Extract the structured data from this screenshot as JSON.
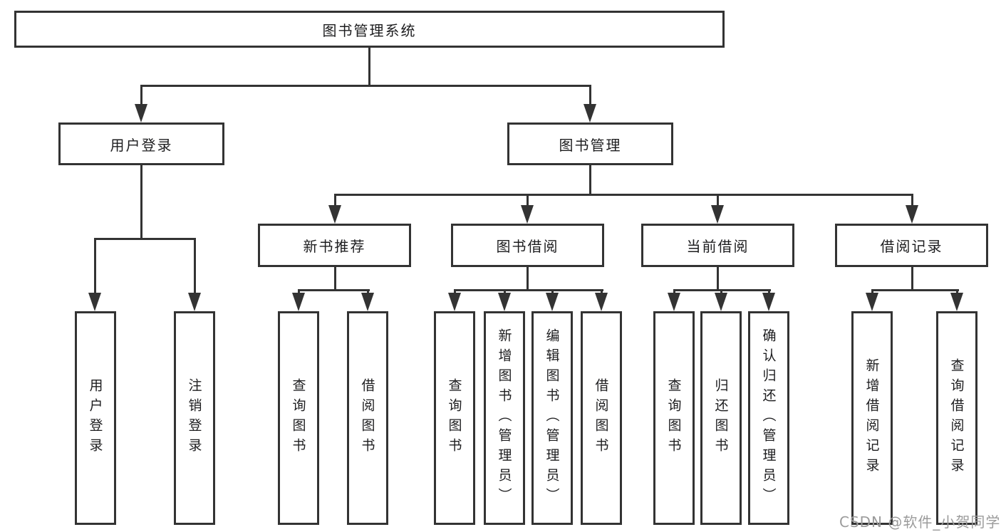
{
  "tree": {
    "root": {
      "label": "图书管理系统"
    },
    "level2": [
      {
        "label": "用户登录"
      },
      {
        "label": "图书管理"
      }
    ],
    "level3": [
      {
        "label": "新书推荐",
        "parent": "图书管理"
      },
      {
        "label": "图书借阅",
        "parent": "图书管理"
      },
      {
        "label": "当前借阅",
        "parent": "图书管理"
      },
      {
        "label": "借阅记录",
        "parent": "图书管理"
      }
    ],
    "leaves": [
      {
        "label": "用户登录",
        "parent": "用户登录"
      },
      {
        "label": "注销登录",
        "parent": "用户登录"
      },
      {
        "label": "查询图书",
        "parent": "新书推荐"
      },
      {
        "label": "借阅图书",
        "parent": "新书推荐"
      },
      {
        "label": "查询图书",
        "parent": "图书借阅"
      },
      {
        "label": "新增图书（管理员）",
        "parent": "图书借阅"
      },
      {
        "label": "编辑图书（管理员）",
        "parent": "图书借阅"
      },
      {
        "label": "借阅图书",
        "parent": "图书借阅"
      },
      {
        "label": "查询图书",
        "parent": "当前借阅"
      },
      {
        "label": "归还图书",
        "parent": "当前借阅"
      },
      {
        "label": "确认归还（管理员）",
        "parent": "当前借阅"
      },
      {
        "label": "新增借阅记录",
        "parent": "借阅记录"
      },
      {
        "label": "查询借阅记录",
        "parent": "借阅记录"
      }
    ]
  },
  "watermark": {
    "text": "CSDN @软件_小贺同学"
  },
  "colors": {
    "line": "#333333",
    "text": "#1d1d1f",
    "background": "#ffffff",
    "watermark": "#9b9b9b"
  }
}
